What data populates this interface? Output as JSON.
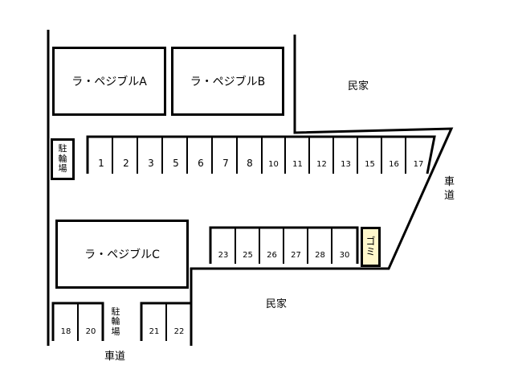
{
  "buildings": {
    "a": "ラ・ペジブルA",
    "b": "ラ・ペジブルB",
    "c": "ラ・ペジブルC"
  },
  "bike_parking": {
    "left": [
      "駐",
      "輪",
      "場"
    ],
    "bottom": [
      "駐",
      "輪",
      "場"
    ]
  },
  "garbage": [
    "ゴ",
    "ミ"
  ],
  "labels": {
    "house_top": "民家",
    "house_bottom": "民家",
    "road_right": [
      "車",
      "道"
    ],
    "road_bottom": "車道"
  },
  "parking": {
    "row_top": [
      "1",
      "2",
      "3",
      "5",
      "6",
      "7",
      "8",
      "10",
      "11",
      "12",
      "13",
      "15",
      "16",
      "17"
    ],
    "row_mid": [
      "23",
      "25",
      "26",
      "27",
      "28",
      "30"
    ],
    "row_bottom_left": [
      "18",
      "20"
    ],
    "row_bottom_right": [
      "21",
      "22"
    ]
  },
  "colors": {
    "line": "#000000",
    "garbage_fill": "#fff8cc"
  }
}
